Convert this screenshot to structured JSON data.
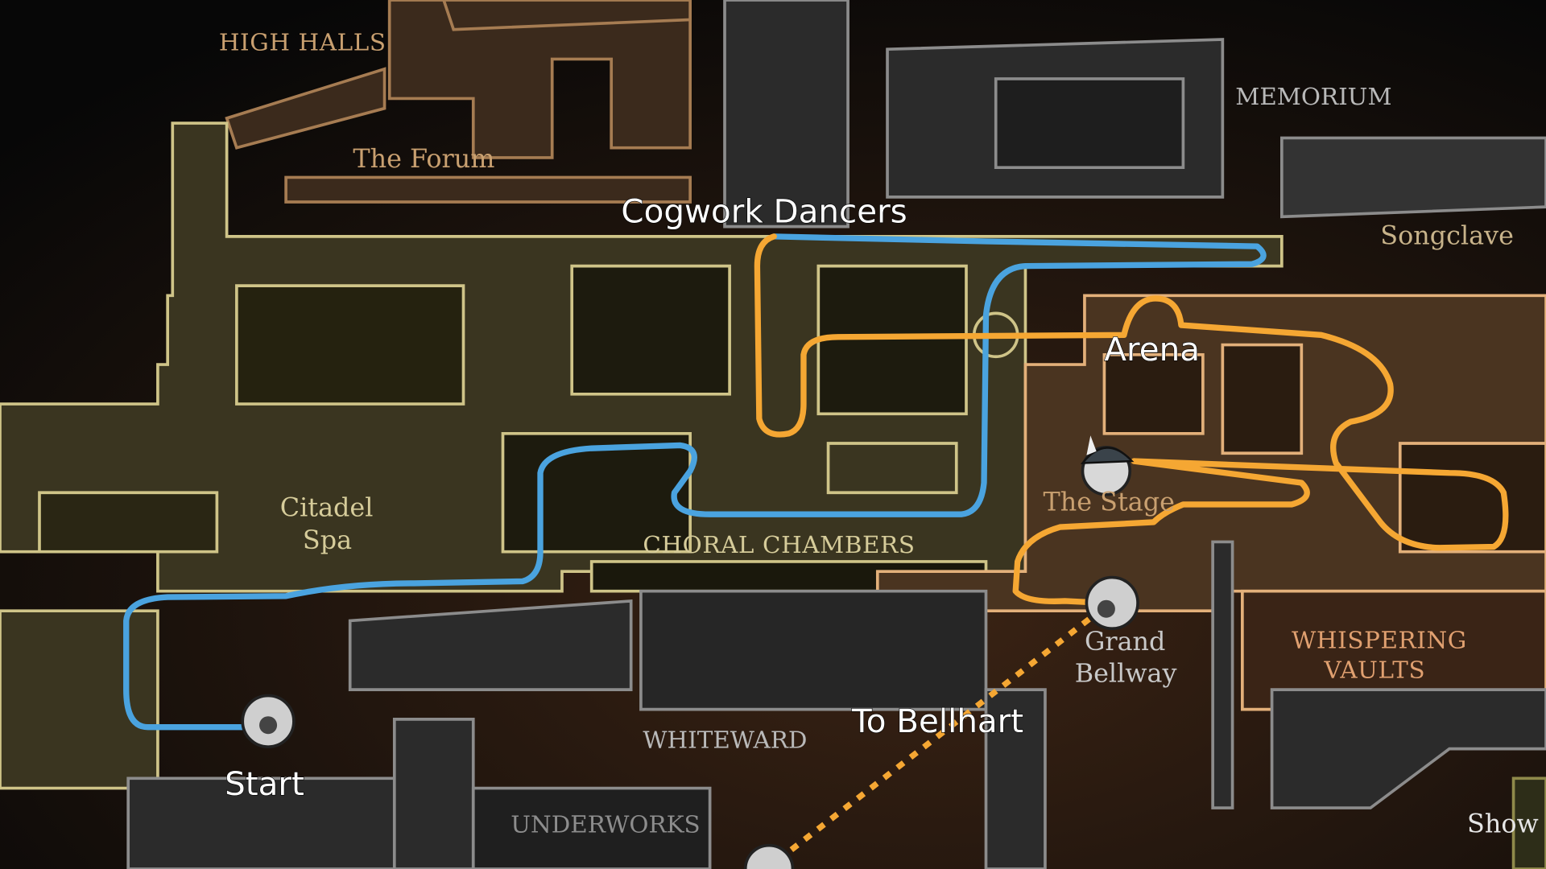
{
  "map": {
    "regions": {
      "high_halls": "HIGH HALLS",
      "the_forum": "The Forum",
      "memorium": "MEMORIUM",
      "songclave": "Songclave",
      "citadel_spa_1": "Citadel",
      "citadel_spa_2": "Spa",
      "the_stage": "The Stage",
      "choral_chambers": "CHORAL CHAMBERS",
      "grand_bellway_1": "Grand",
      "grand_bellway_2": "Bellway",
      "whispering_vaults_1": "WHISPERING",
      "whispering_vaults_2": "VAULTS",
      "whiteward": "WHITEWARD",
      "underworks": "UNDERWORKS",
      "show": "Show"
    },
    "annotations": {
      "cogwork_dancers": "Cogwork Dancers",
      "arena": "Arena",
      "start": "Start",
      "to_bellhart": "To Bellhart"
    },
    "routes": [
      {
        "name": "blue-route",
        "color": "#4aa3df"
      },
      {
        "name": "orange-route",
        "color": "#f5a733"
      },
      {
        "name": "bellhart-dotted-route",
        "color": "#f5a733"
      }
    ]
  }
}
